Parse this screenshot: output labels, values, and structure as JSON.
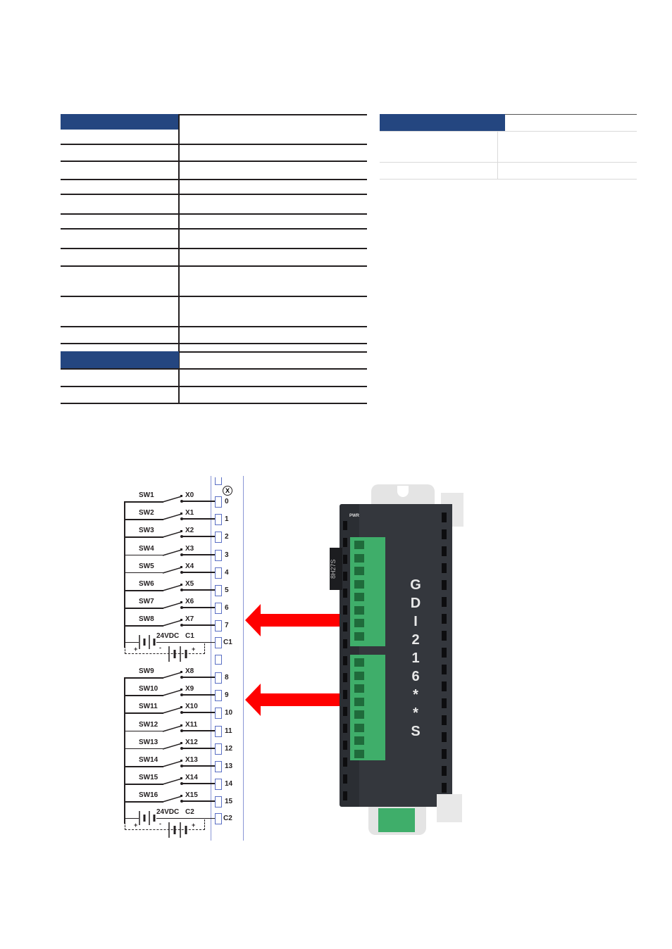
{
  "spec_table_left": {
    "header_color": "#244680",
    "section_headers": [
      "",
      ""
    ],
    "rows_section_1": [
      "",
      "",
      "",
      "",
      "",
      "",
      "",
      "",
      "",
      "",
      "",
      "",
      ""
    ],
    "rows_section_2": [
      "",
      "",
      ""
    ]
  },
  "spec_table_right": {
    "header_color": "#244680",
    "rows": [
      "",
      ""
    ]
  },
  "wiring_diagram": {
    "terminal_header": "X",
    "group1": {
      "switches": [
        "SW1",
        "SW2",
        "SW3",
        "SW4",
        "SW5",
        "SW6",
        "SW7",
        "SW8"
      ],
      "inputs": [
        "X0",
        "X1",
        "X2",
        "X3",
        "X4",
        "X5",
        "X6",
        "X7"
      ],
      "terminals": [
        "0",
        "1",
        "2",
        "3",
        "4",
        "5",
        "6",
        "7"
      ],
      "supply_label": "24VDC",
      "common_label": "C1",
      "common_terminal": "C1"
    },
    "group2": {
      "switches": [
        "SW9",
        "SW10",
        "SW11",
        "SW12",
        "SW13",
        "SW14",
        "SW15",
        "SW16"
      ],
      "inputs": [
        "X8",
        "X9",
        "X10",
        "X11",
        "X12",
        "X13",
        "X14",
        "X15"
      ],
      "terminals": [
        "8",
        "9",
        "10",
        "11",
        "12",
        "13",
        "14",
        "15"
      ],
      "supply_label": "24VDC",
      "common_label": "C2",
      "common_terminal": "C2"
    },
    "polarity": {
      "plus": "+",
      "minus": "-"
    },
    "arrow_color": "#ff0000"
  },
  "device": {
    "model_label": [
      "G",
      "D",
      "I",
      "2",
      "1",
      "6",
      "*",
      "*",
      "S"
    ],
    "pwr_label": "PWR",
    "side_label": "8H27S",
    "body_color": "#2b2e33",
    "terminal_color": "#3fae6a"
  }
}
